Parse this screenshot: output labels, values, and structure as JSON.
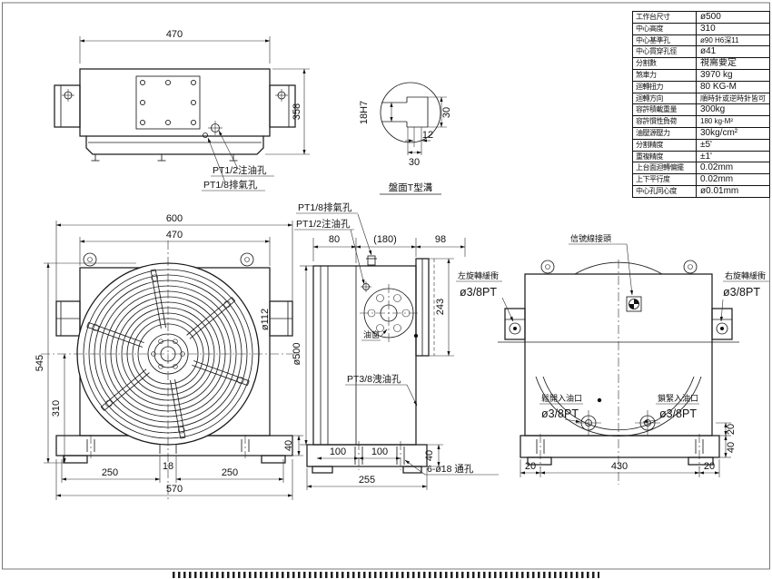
{
  "spec_table": {
    "rows": [
      {
        "label": "工作台尺寸",
        "value": "ø500"
      },
      {
        "label": "中心高度",
        "value": "310"
      },
      {
        "label": "中心基準孔",
        "value": "ø90 H6深11"
      },
      {
        "label": "中心貫穿孔徑",
        "value": "ø41"
      },
      {
        "label": "分割數",
        "value": "視需要定"
      },
      {
        "label": "煞車力",
        "value": "3970 kg"
      },
      {
        "label": "迴轉扭力",
        "value": "80 KG-M"
      },
      {
        "label": "迴轉方向",
        "value": "順時針或逆時針皆可"
      },
      {
        "label": "容許積載重量",
        "value": "300kg"
      },
      {
        "label": "容許慣性負荷",
        "value": "180 kg-M²"
      },
      {
        "label": "油壓源壓力",
        "value": "30kg/cm²"
      },
      {
        "label": "分割精度",
        "value": "±5'"
      },
      {
        "label": "重複精度",
        "value": "±1'"
      },
      {
        "label": "上台面迴轉偏擺",
        "value": "0.02mm"
      },
      {
        "label": "上下平行度",
        "value": "0.02mm"
      },
      {
        "label": "中心孔同心度",
        "value": "ø0.01mm"
      }
    ]
  },
  "views": {
    "top": {
      "dim_width": "470",
      "dim_height": "358",
      "label_oil": "PT1/2注油孔",
      "label_air": "PT1/8排氣孔"
    },
    "detail": {
      "caption": "盤面T型溝",
      "dim_slot": "18H7",
      "dim_head": "30",
      "dim_lip": "12",
      "dim_bottom": "30"
    },
    "front": {
      "dim_600": "600",
      "dim_470": "470",
      "dim_545": "545",
      "dim_310": "310",
      "dim_hub": "ø112",
      "dim_250l": "250",
      "dim_18": "18",
      "dim_250r": "250",
      "dim_570": "570",
      "dim_40": "40"
    },
    "side": {
      "dim_80": "80",
      "dim_180": "(180)",
      "dim_98": "98",
      "dim_243": "243",
      "dim_500": "ø500",
      "label_air": "PT1/8排氣孔",
      "label_oil": "PT1/2注油孔",
      "label_window": "油窗",
      "label_drain": "PT3/8洩油孔",
      "label_holes": "6-ø18 通孔",
      "dim_100l": "100",
      "dim_100r": "100",
      "dim_255": "255",
      "dim_40": "40"
    },
    "rear": {
      "label_signal": "信號線接頭",
      "label_ccw": "左旋轉緩衝",
      "port_ccw": "ø3/8PT",
      "label_cw": "右旋轉緩衝",
      "port_cw": "ø3/8PT",
      "label_unclamp": "鬆開入油口",
      "port_unclamp": "ø3/8PT",
      "label_clamp": "鎖緊入油口",
      "port_clamp": "ø3/8PT",
      "dim_20l": "20",
      "dim_430": "430",
      "dim_20r": "20",
      "dim_20v": "20",
      "dim_40": "40"
    }
  },
  "colors": {
    "line": "#1c1c1c",
    "background": "#ffffff"
  }
}
